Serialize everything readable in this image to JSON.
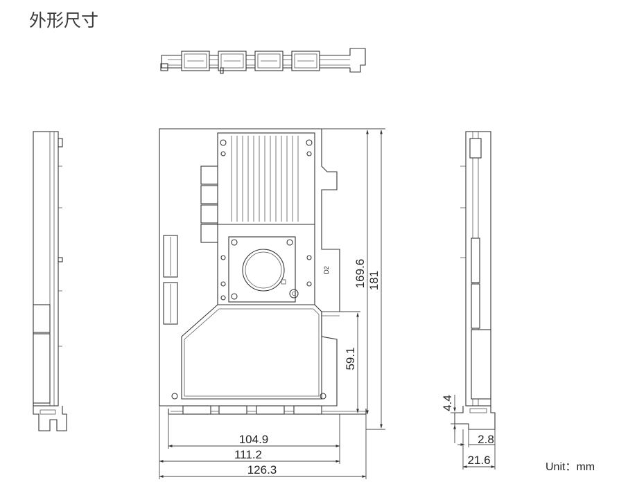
{
  "title": "外形尺寸",
  "unit_label": "Unit：mm",
  "dimensions": {
    "d1049": "104.9",
    "d1112": "111.2",
    "d1263": "126.3",
    "d1696": "169.6",
    "d181": "181",
    "d591": "59.1",
    "d44": "4.4",
    "d28": "2.8",
    "d216": "21.6"
  },
  "board_mark": "D2"
}
